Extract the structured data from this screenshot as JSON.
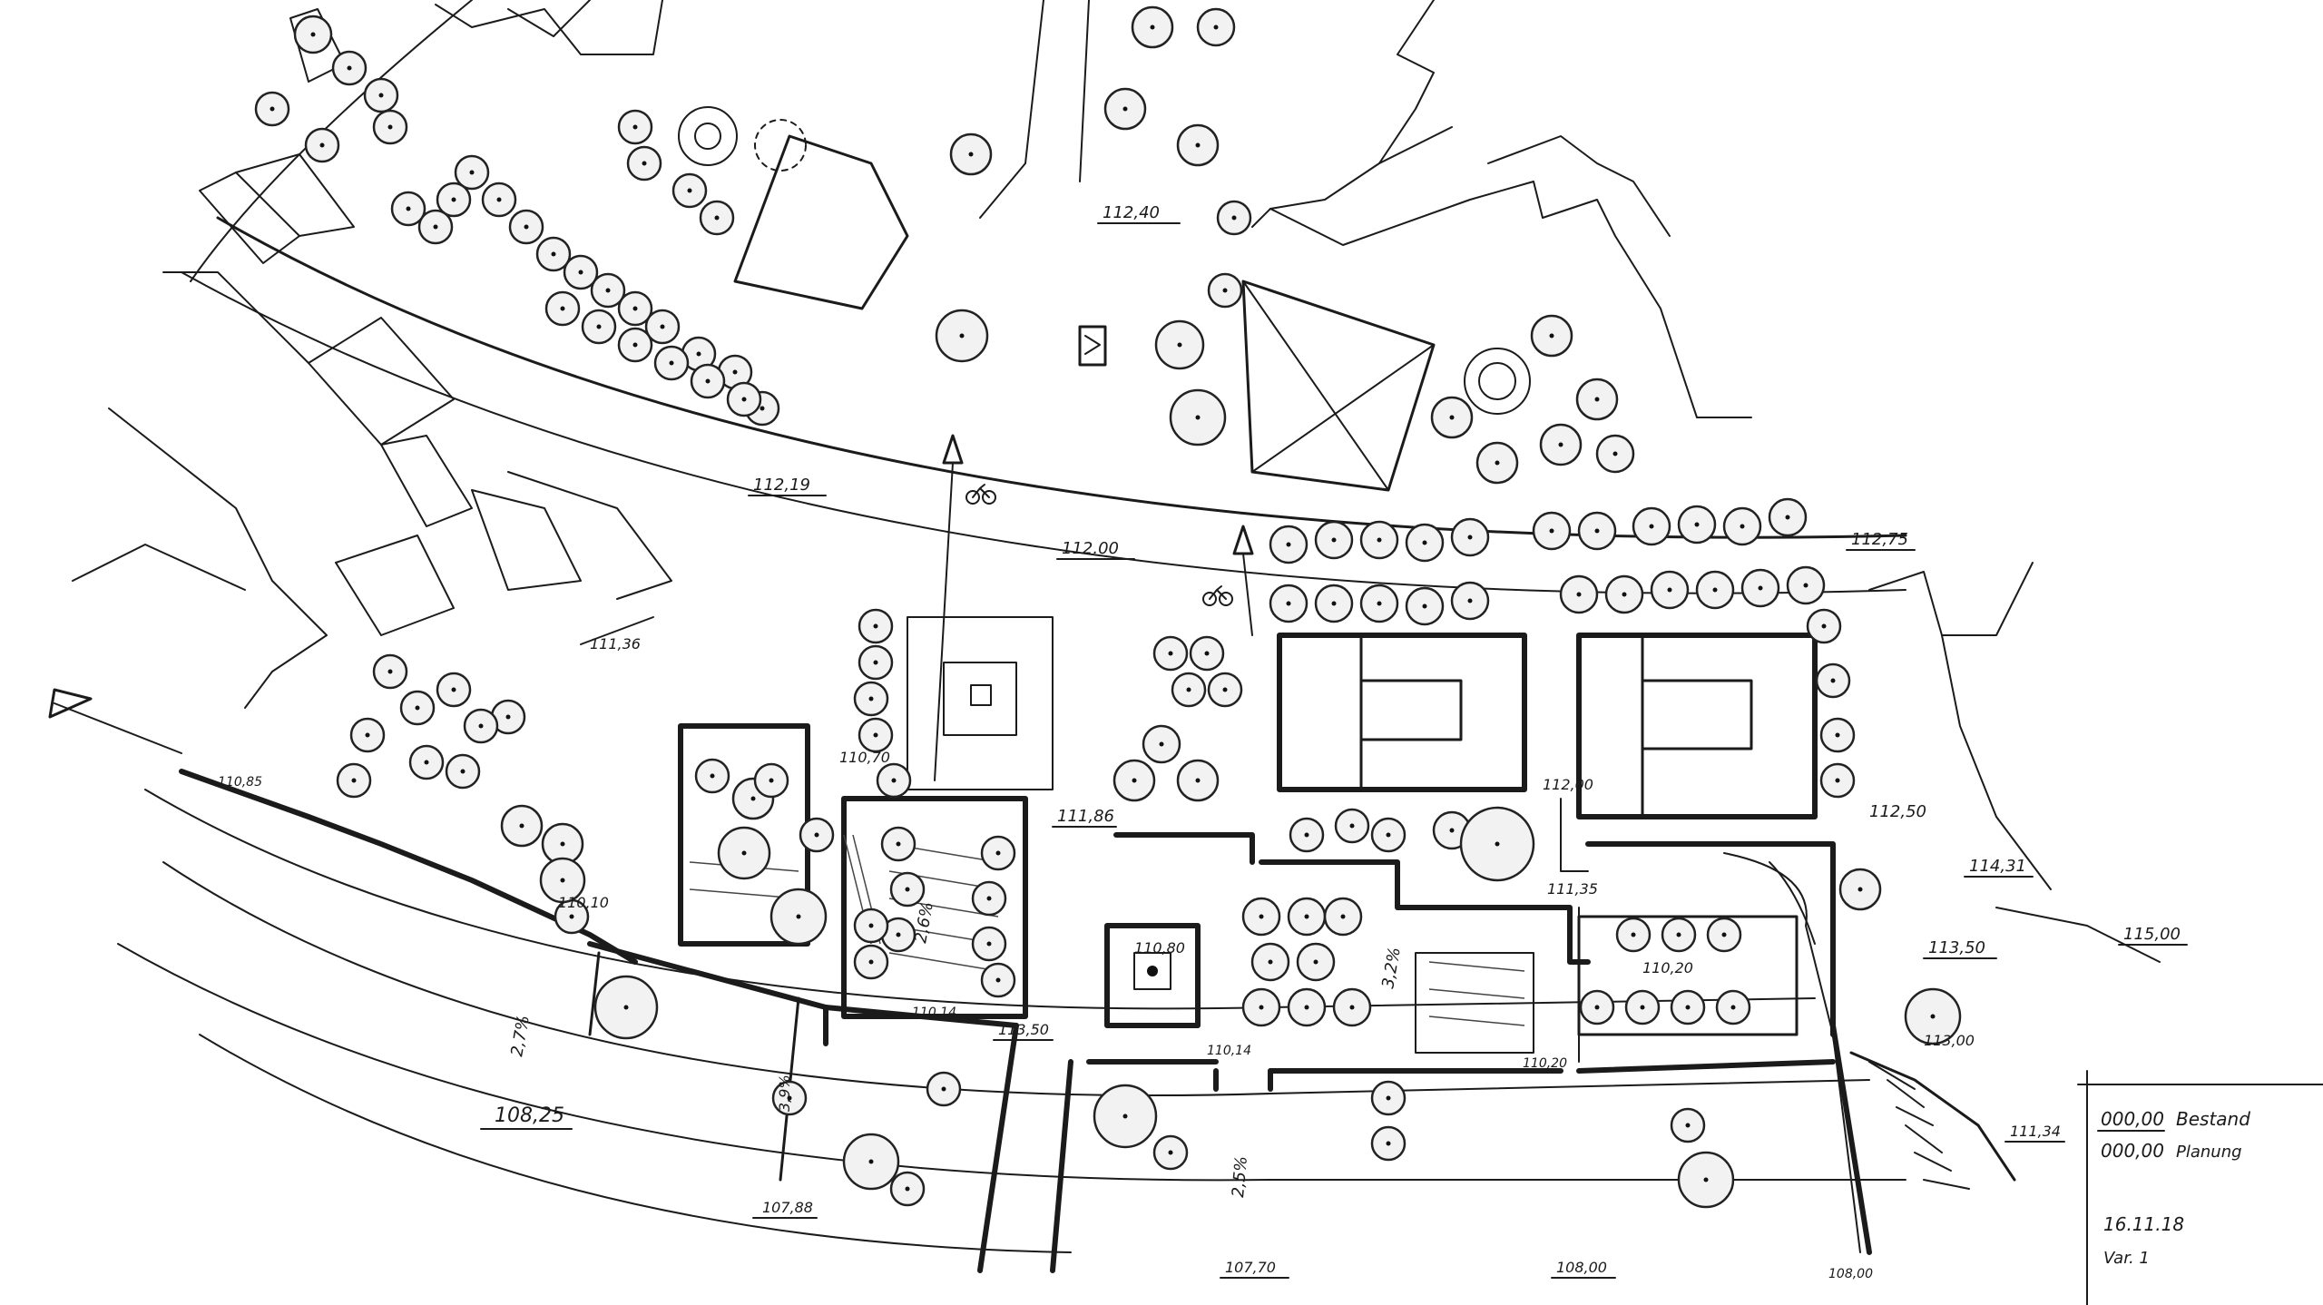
{
  "elevations": [
    {
      "id": "e1",
      "text": "112,40"
    },
    {
      "id": "e2",
      "text": "112,19"
    },
    {
      "id": "e3",
      "text": "112.00"
    },
    {
      "id": "e4",
      "text": "112,75"
    },
    {
      "id": "e5",
      "text": "111,36"
    },
    {
      "id": "e6",
      "text": "110,70"
    },
    {
      "id": "e7",
      "text": "111,86"
    },
    {
      "id": "e8",
      "text": "112,00"
    },
    {
      "id": "e9",
      "text": "112,50"
    },
    {
      "id": "e10",
      "text": "114,31"
    },
    {
      "id": "e11",
      "text": "111,35"
    },
    {
      "id": "e12",
      "text": "115,00"
    },
    {
      "id": "e13",
      "text": "113,50"
    },
    {
      "id": "e14",
      "text": "110,20"
    },
    {
      "id": "e15",
      "text": "110,80"
    },
    {
      "id": "e16",
      "text": "110,10"
    },
    {
      "id": "e17",
      "text": "110,85"
    },
    {
      "id": "e18",
      "text": "110,14"
    },
    {
      "id": "e19",
      "text": "113,50"
    },
    {
      "id": "e20",
      "text": "110,14"
    },
    {
      "id": "e21",
      "text": "110,20"
    },
    {
      "id": "e22",
      "text": "113,00"
    },
    {
      "id": "e23",
      "text": "111,34"
    },
    {
      "id": "e24",
      "text": "108,25"
    },
    {
      "id": "e25",
      "text": "107,88"
    },
    {
      "id": "e26",
      "text": "107,70"
    },
    {
      "id": "e27",
      "text": "108,00"
    },
    {
      "id": "e28",
      "text": "108,00"
    }
  ],
  "slopes": [
    {
      "id": "s1",
      "text": "2,7%"
    },
    {
      "id": "s2",
      "text": "3,9%"
    },
    {
      "id": "s3",
      "text": "3,2%"
    },
    {
      "id": "s4",
      "text": "2,5%"
    },
    {
      "id": "s5",
      "text": "2,6%"
    }
  ],
  "legend": {
    "existing_value": "000,00",
    "existing_label": "Bestand",
    "planned_value": "000,00",
    "planned_label": "Planung",
    "date": "16.11.18",
    "version": "Var. 1"
  },
  "icons": [
    "north-arrow-icon",
    "bicycle-icon",
    "tree-icon",
    "stairs-icon"
  ]
}
